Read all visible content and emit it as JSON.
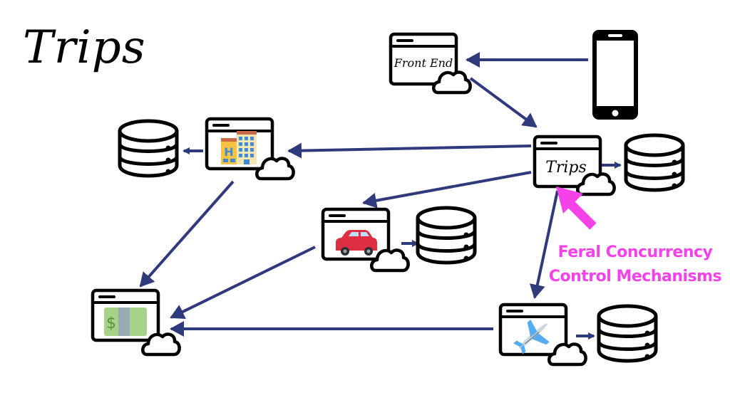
{
  "title": "Trips",
  "colors": {
    "arrow": "#2e3a7c",
    "annotation": "#f542e8",
    "outline": "#000000"
  },
  "nodes": {
    "frontend": {
      "label": "Front End",
      "icon": "cloud-service-window-icon"
    },
    "phone": {
      "icon": "smartphone-icon"
    },
    "trips": {
      "label": "Trips",
      "icon": "cloud-service-window-icon"
    },
    "trips_db": {
      "icon": "database-icon"
    },
    "hotel": {
      "icon": "hotel-emoji-icon"
    },
    "hotel_db": {
      "icon": "database-icon"
    },
    "car": {
      "icon": "car-emoji-icon"
    },
    "car_db": {
      "icon": "database-icon"
    },
    "payment": {
      "icon": "money-emoji-icon",
      "glyph": "$"
    },
    "flight": {
      "icon": "airplane-emoji-icon"
    },
    "flight_db": {
      "icon": "database-icon"
    }
  },
  "edges": [
    {
      "from": "phone",
      "to": "frontend"
    },
    {
      "from": "frontend",
      "to": "trips"
    },
    {
      "from": "trips",
      "to": "trips_db"
    },
    {
      "from": "trips",
      "to": "hotel"
    },
    {
      "from": "hotel",
      "to": "hotel_db"
    },
    {
      "from": "trips",
      "to": "car"
    },
    {
      "from": "car",
      "to": "car_db"
    },
    {
      "from": "trips",
      "to": "flight"
    },
    {
      "from": "flight",
      "to": "flight_db"
    },
    {
      "from": "hotel",
      "to": "payment"
    },
    {
      "from": "car",
      "to": "payment"
    },
    {
      "from": "flight",
      "to": "payment"
    }
  ],
  "annotation": {
    "line1": "Feral Concurrency",
    "line2": "Control Mechanisms"
  }
}
